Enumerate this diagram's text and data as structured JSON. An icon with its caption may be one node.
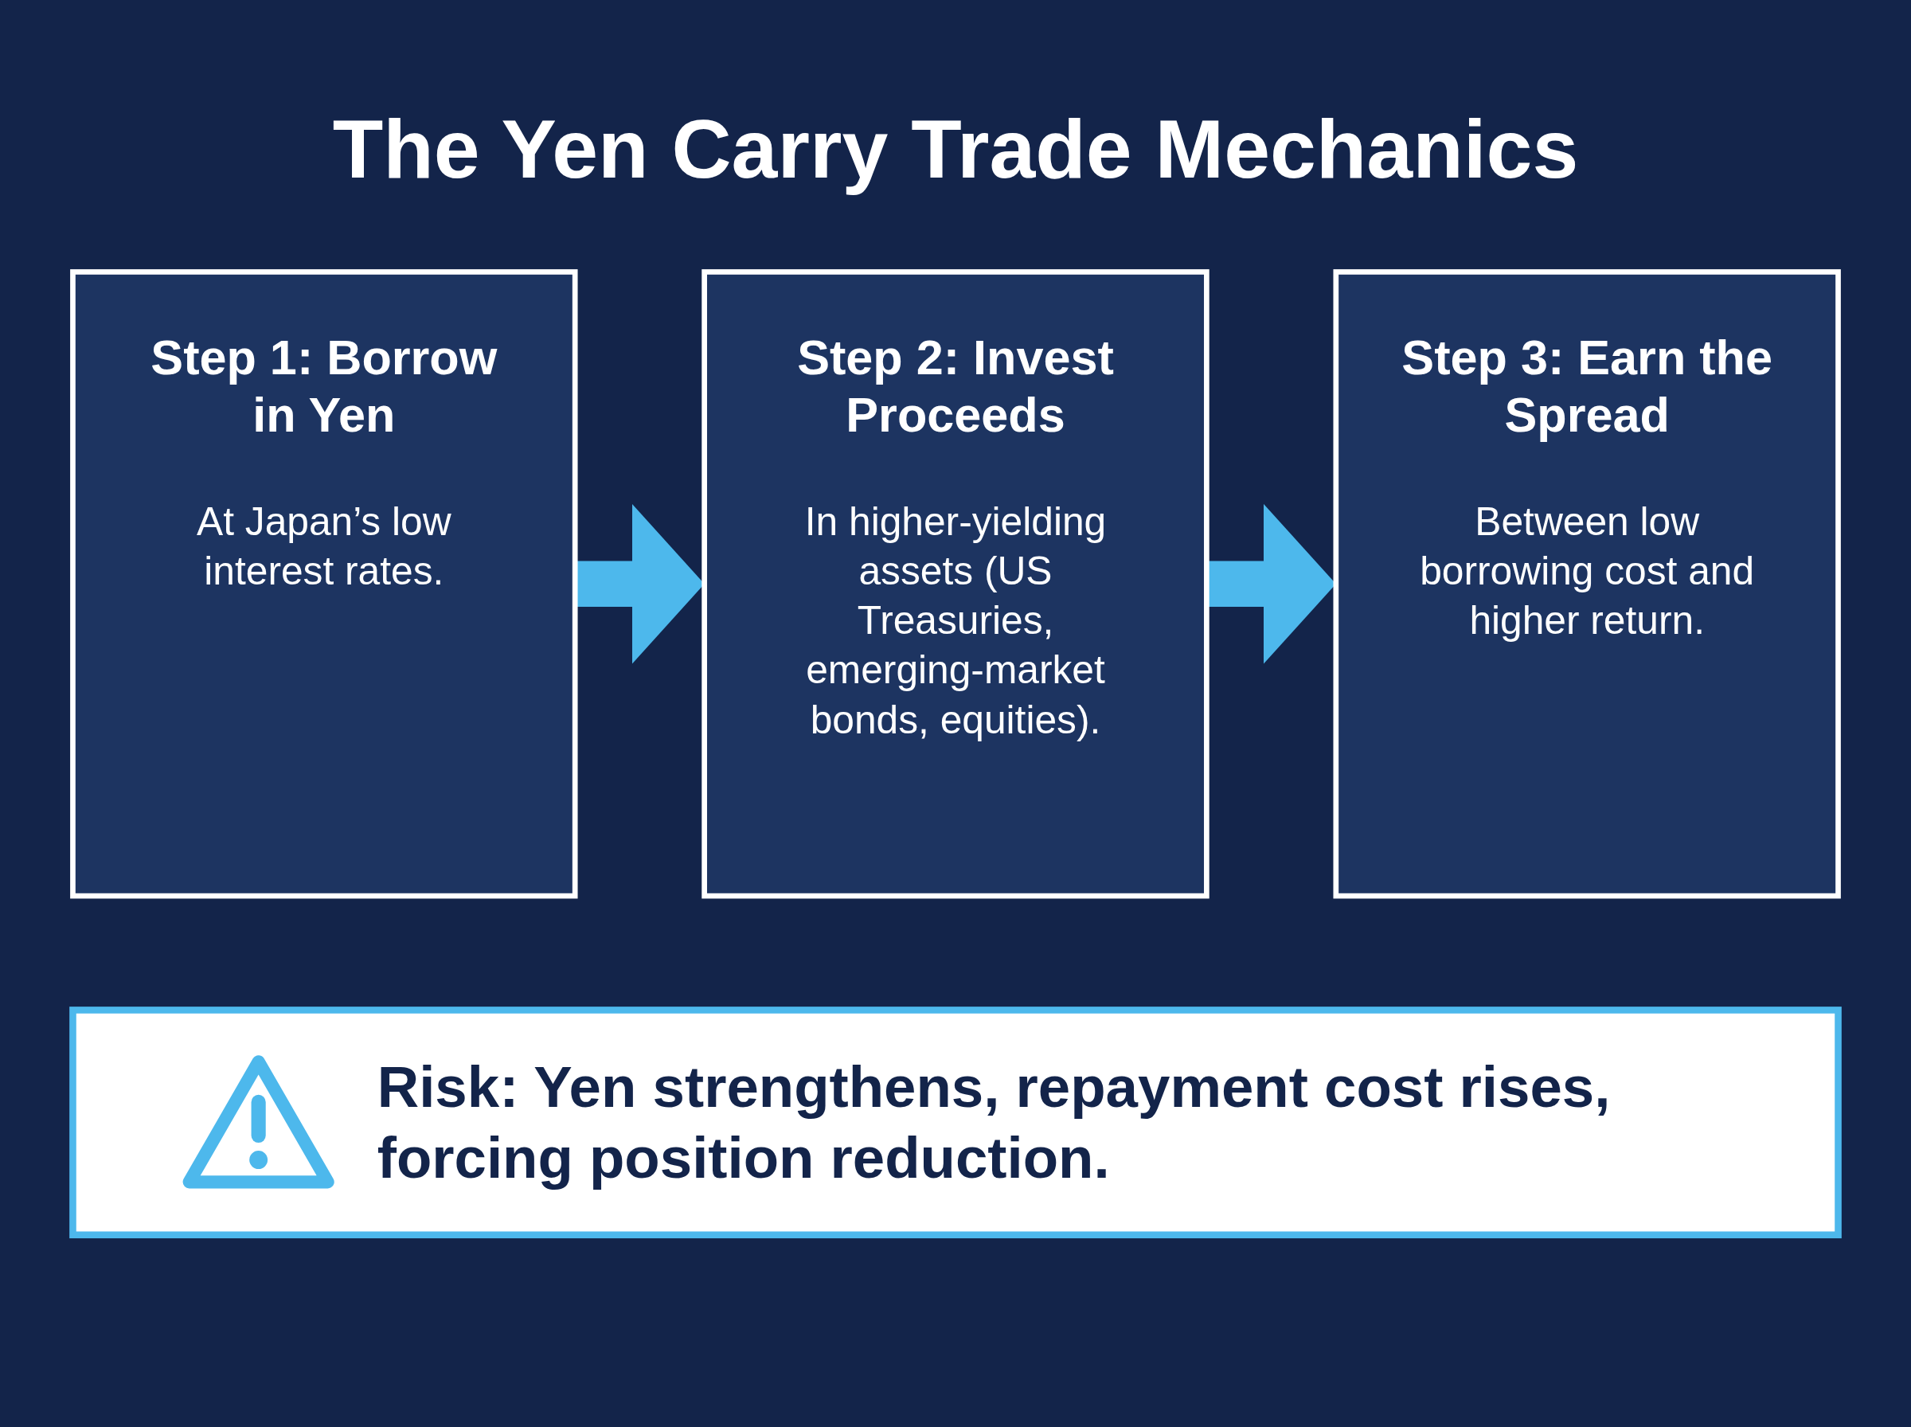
{
  "diagram": {
    "title": "The Yen Carry Trade Mechanics",
    "nodes": [
      {
        "text": [
          "Step 1: Borrow in Yen",
          "At Japan’s low interest rates."
        ]
      },
      {
        "text": [
          "Step 2: Invest Proceeds",
          "In higher-yielding assets (US Treasuries, emerging-market bonds, equities)."
        ]
      },
      {
        "text": [
          "Step 3: Earn the Spread",
          "Between low borrowing cost and higher return."
        ]
      },
      {
        "text": [
          "Risk: Yen strengthens, repayment cost rises, forcing position reduction."
        ]
      }
    ],
    "edges": [
      {
        "from": 0,
        "to": 1,
        "arrow": "to"
      },
      {
        "from": 1,
        "to": 2,
        "arrow": "to"
      }
    ]
  }
}
